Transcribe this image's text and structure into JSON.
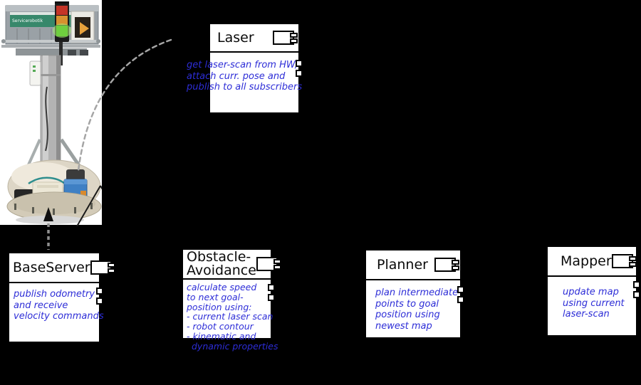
{
  "colors": {
    "background": "#000000",
    "box_background": "#ffffff",
    "box_border": "#000000",
    "note_text_blue": "#2d2dd7",
    "dashed_connector_gray": "#a5a5a5",
    "signal_red": "#c43427",
    "signal_amber": "#d6912f",
    "signal_green": "#6fcf3f",
    "scanner_blue": "#3f80c4"
  },
  "robot": {
    "crate_label": "Servicerobotik"
  },
  "components": [
    {
      "id": "laser",
      "title": "Laser",
      "note_lines": [
        "get laser-scan from HW,",
        "attach curr. pose and",
        "publish to all subscribers"
      ]
    },
    {
      "id": "baseserver",
      "title": "BaseServer",
      "note_lines": [
        "publish odometry",
        "and receive",
        "velocity commands"
      ]
    },
    {
      "id": "obstacle-avoidance",
      "title_lines": [
        "Obstacle-",
        "Avoidance"
      ],
      "note_lines": [
        "calculate speed",
        "to next goal-",
        "position using:",
        "- current laser scan",
        "- robot contour",
        "- kinematic and",
        "dynamic properties"
      ]
    },
    {
      "id": "planner",
      "title": "Planner",
      "note_lines": [
        "plan intermediate",
        "points to goal",
        "position using",
        "newest map"
      ]
    },
    {
      "id": "mapper",
      "title": "Mapper",
      "note_lines": [
        "update map",
        "using current",
        "laser-scan"
      ]
    }
  ]
}
